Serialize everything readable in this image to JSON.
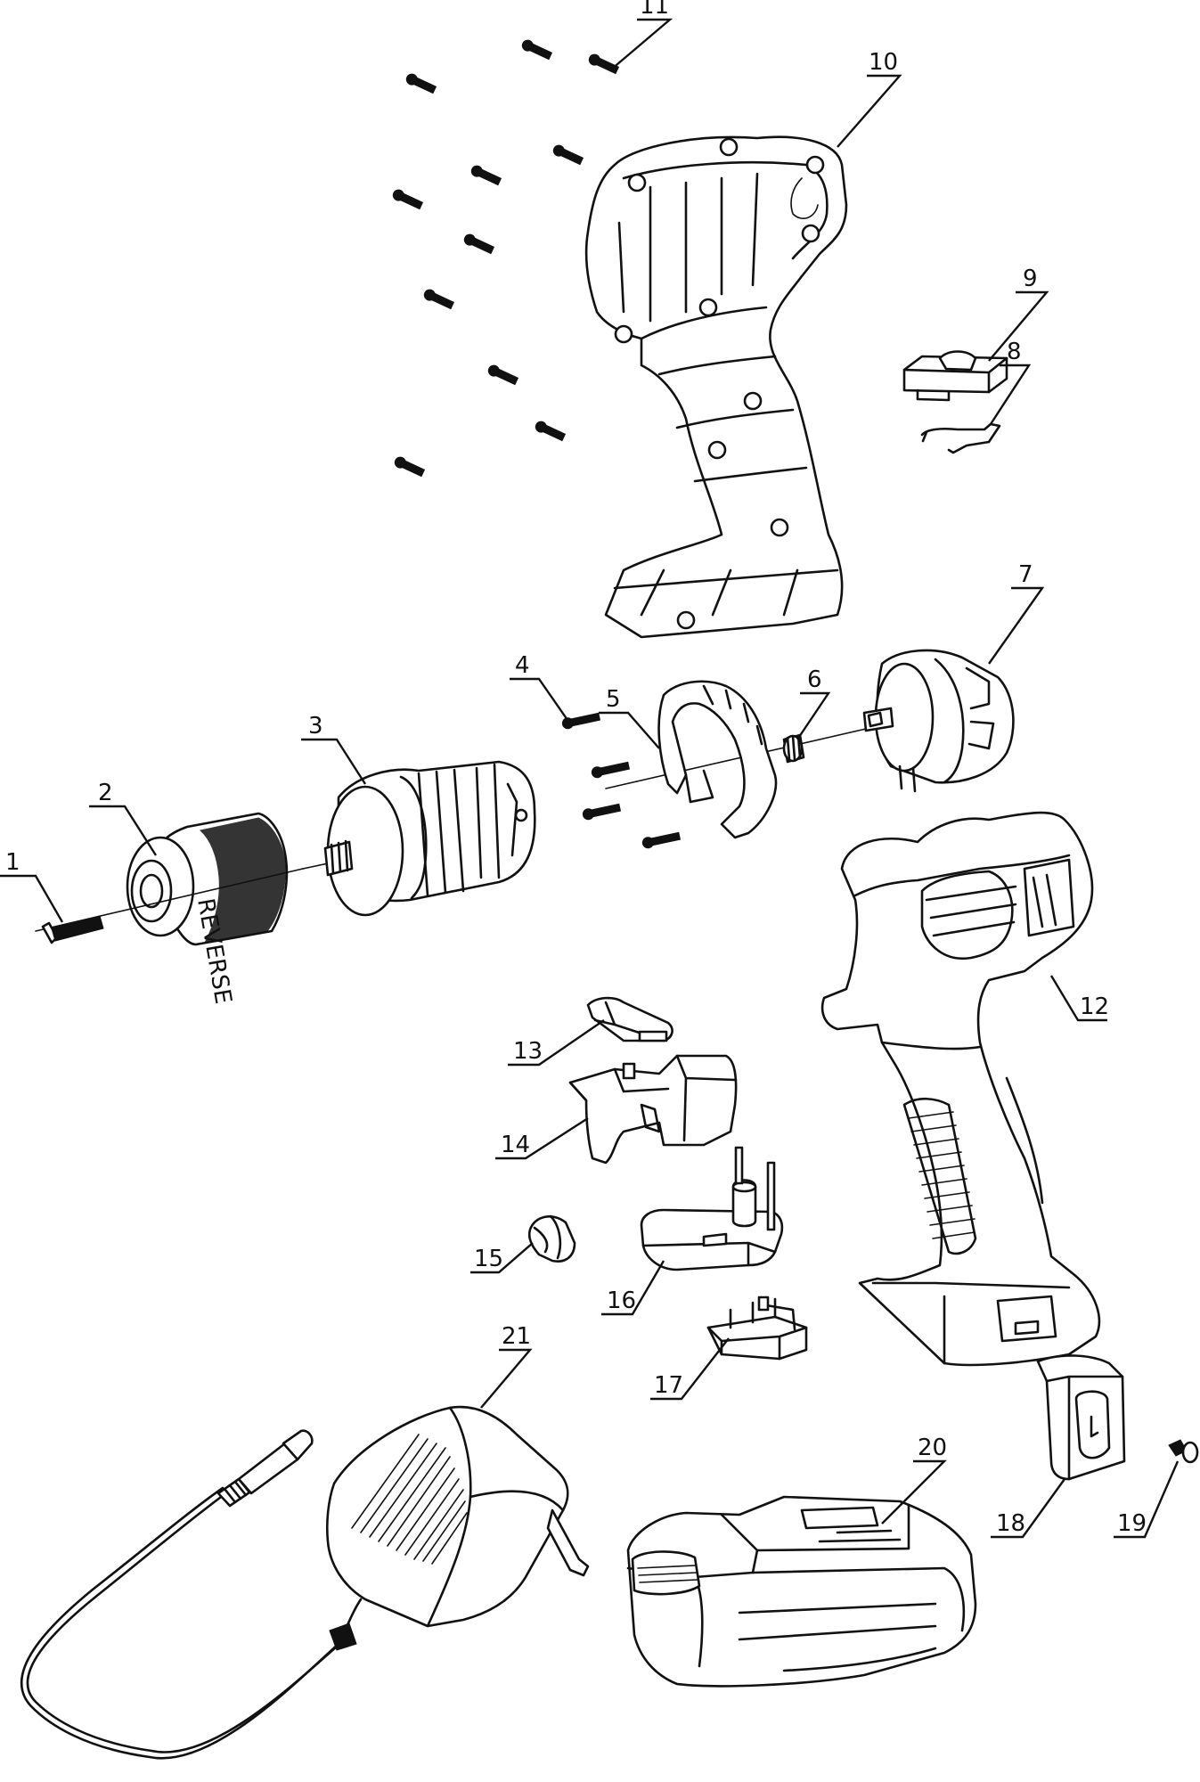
{
  "callouts": [
    {
      "id": "1",
      "label": "1"
    },
    {
      "id": "2",
      "label": "2"
    },
    {
      "id": "3",
      "label": "3"
    },
    {
      "id": "4",
      "label": "4"
    },
    {
      "id": "5",
      "label": "5"
    },
    {
      "id": "6",
      "label": "6"
    },
    {
      "id": "7",
      "label": "7"
    },
    {
      "id": "8",
      "label": "8"
    },
    {
      "id": "9",
      "label": "9"
    },
    {
      "id": "10",
      "label": "10"
    },
    {
      "id": "11",
      "label": "11"
    },
    {
      "id": "12",
      "label": "12"
    },
    {
      "id": "13",
      "label": "13"
    },
    {
      "id": "14",
      "label": "14"
    },
    {
      "id": "15",
      "label": "15"
    },
    {
      "id": "16",
      "label": "16"
    },
    {
      "id": "17",
      "label": "17"
    },
    {
      "id": "18",
      "label": "18"
    },
    {
      "id": "19",
      "label": "19"
    },
    {
      "id": "20",
      "label": "20"
    },
    {
      "id": "21",
      "label": "21"
    }
  ],
  "chuck_marking": "REVERSE",
  "colors": {
    "ink": "#111111",
    "background": "#ffffff"
  }
}
